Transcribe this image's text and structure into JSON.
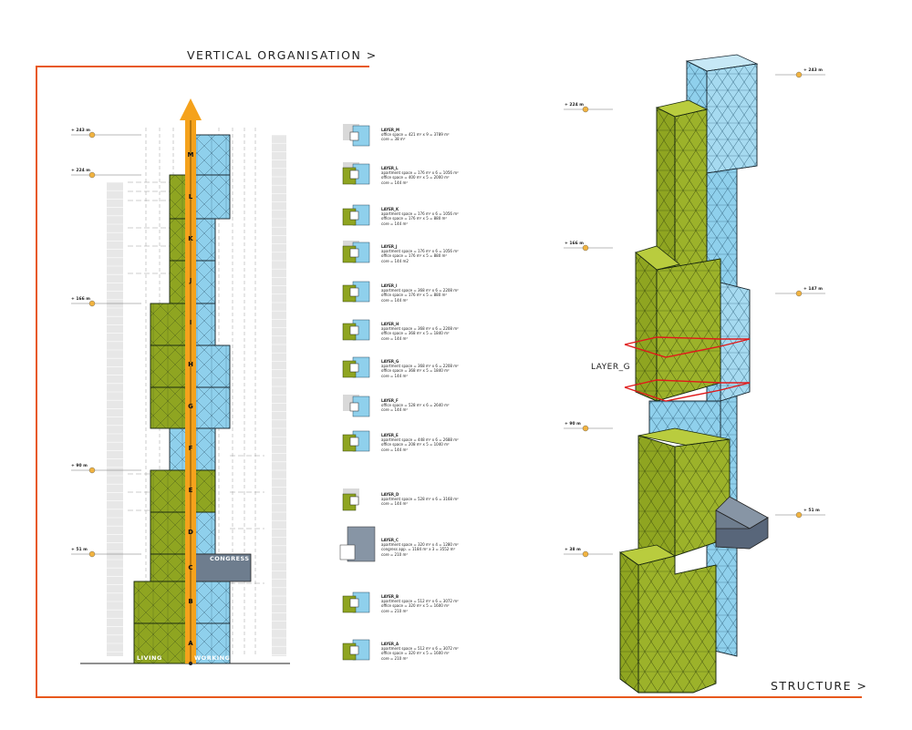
{
  "header": {
    "vertical_organisation": "VERTICAL ORGANISATION >",
    "structure": "STRUCTURE >"
  },
  "section": {
    "level_marks": [
      {
        "label": "+ 243 m"
      },
      {
        "label": "+ 224 m"
      },
      {
        "label": "+ 166 m"
      },
      {
        "label": "+ 90 m"
      },
      {
        "label": "+ 51 m"
      }
    ],
    "tags": {
      "living": "LIVING",
      "working": "WORKING",
      "congress": "CONGRESS"
    },
    "layer_letters": [
      "M",
      "L",
      "K",
      "J",
      "I",
      "H",
      "G",
      "F",
      "E",
      "D",
      "C",
      "B",
      "A"
    ],
    "colors": {
      "living": "#8fa521",
      "working": "#8fd0ec",
      "congress": "#6e7d8e",
      "arrow": "#f5a21c",
      "frame": "#e8581c"
    }
  },
  "layers": [
    {
      "title": "LAYER_M",
      "lines": [
        "office space = 421 m² x 9 = 3789 m²",
        "core = 38 m²"
      ]
    },
    {
      "title": "LAYER_L",
      "lines": [
        "apartment space = 176 m² x 6 = 1056 m²",
        "office space = 400 m² x 5 = 2000 m²",
        "core = 144 m²"
      ]
    },
    {
      "title": "LAYER_K",
      "lines": [
        "apartment space = 176 m² x 6 = 1056 m²",
        "office space = 176 m² x 5 = 880 m²",
        "core = 144 m²"
      ]
    },
    {
      "title": "LAYER_J",
      "lines": [
        "apartment space = 176 m² x 6 = 1056 m²",
        "office space = 176 m² x 5 = 880 m²",
        "core = 144 m2"
      ]
    },
    {
      "title": "LAYER_I",
      "lines": [
        "apartment space = 368 m² x 6 = 2208 m²",
        "office space = 176 m² x 5 = 880 m²",
        "core = 144 m²"
      ]
    },
    {
      "title": "LAYER_H",
      "lines": [
        "apartment space = 368 m² x 6 = 2208 m²",
        "office space = 368 m² x 5 = 1840 m²",
        "core = 144 m²"
      ]
    },
    {
      "title": "LAYER_G",
      "lines": [
        "apartment space = 368 m² x 6 = 2208 m²",
        "office space = 368 m² x 5 = 1840 m²",
        "core = 144 m²"
      ]
    },
    {
      "title": "LAYER_F",
      "lines": [
        "office space = 528 m² x 6 = 2640 m²",
        "core = 144 m²"
      ]
    },
    {
      "title": "LAYER_E",
      "lines": [
        "apartment space = 448 m² x 6 = 2688 m²",
        "office space = 208 m² x 5 = 1040 m²",
        "core = 144 m²"
      ]
    },
    {
      "title": "LAYER_D",
      "lines": [
        "apartment space = 528 m² x 6 = 3168 m²",
        "core = 144 m²"
      ]
    },
    {
      "title": "LAYER_C",
      "lines": [
        "apartment space = 320 m² x 4 = 1280 m²",
        "congress app. = 1184 m² x 3 = 3552 m²",
        "core = 210 m²"
      ]
    },
    {
      "title": "LAYER_B",
      "lines": [
        "apartment space = 512 m² x 6 = 3072 m²",
        "office space = 320 m² x 5 = 1600 m²",
        "core = 210 m²"
      ]
    },
    {
      "title": "LAYER_A",
      "lines": [
        "apartment space = 512 m² x 6 = 3072 m²",
        "office space = 320 m² x 5 = 1600 m²",
        "core = 210 m²"
      ]
    }
  ],
  "structure": {
    "level_marks": [
      {
        "label": "+ 243 m"
      },
      {
        "label": "+ 224 m"
      },
      {
        "label": "+ 166 m"
      },
      {
        "label": "+ 147 m"
      },
      {
        "label": "+ 90 m"
      },
      {
        "label": "+ 51 m"
      },
      {
        "label": "+ 38 m"
      }
    ],
    "highlight_label": "LAYER_G"
  }
}
